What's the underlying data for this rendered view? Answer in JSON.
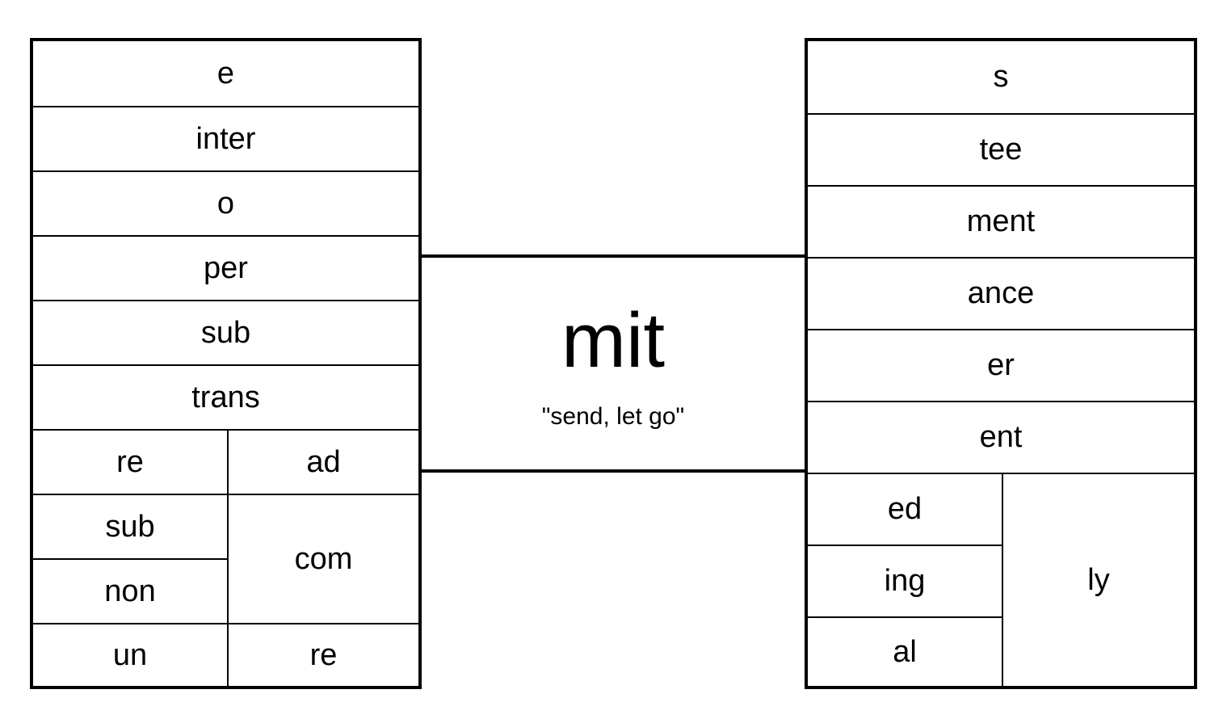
{
  "root": {
    "word": "mit",
    "meaning": "\"send, let go\""
  },
  "prefixes": {
    "full_rows": [
      "e",
      "inter",
      "o",
      "per",
      "sub",
      "trans"
    ],
    "split_rows": {
      "left_column": [
        "re",
        "sub",
        "non",
        "un"
      ],
      "right_column": [
        "ad",
        "com",
        "re"
      ]
    }
  },
  "suffixes": {
    "full_rows": [
      "s",
      "tee",
      "ment",
      "ance",
      "er",
      "ent"
    ],
    "split_rows": {
      "left_column": [
        "ed",
        "ing",
        "al"
      ],
      "right_column": [
        "ly"
      ]
    }
  }
}
